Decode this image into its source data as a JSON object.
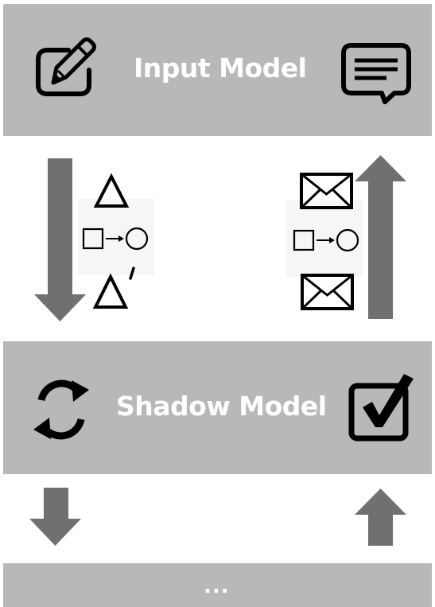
{
  "input_model": {
    "title": "Input Model",
    "left_icon": "edit-icon",
    "right_icon": "comment-icon"
  },
  "shadow_model": {
    "title": "Shadow Model",
    "left_icon": "sync-icon",
    "right_icon": "checkbox-checked-icon"
  },
  "more_band": {
    "label": "..."
  },
  "flows": {
    "down": {
      "direction": "down",
      "symbols": [
        "delta-icon",
        "square-to-circle-icon",
        "delta-prime-icon"
      ]
    },
    "up": {
      "direction": "up",
      "symbols": [
        "envelope-icon",
        "square-to-circle-icon",
        "envelope-icon"
      ]
    }
  },
  "colors": {
    "band": "#b8b8b8",
    "arrow": "#707070",
    "title_text": "#ffffff",
    "icon": "#000000"
  }
}
